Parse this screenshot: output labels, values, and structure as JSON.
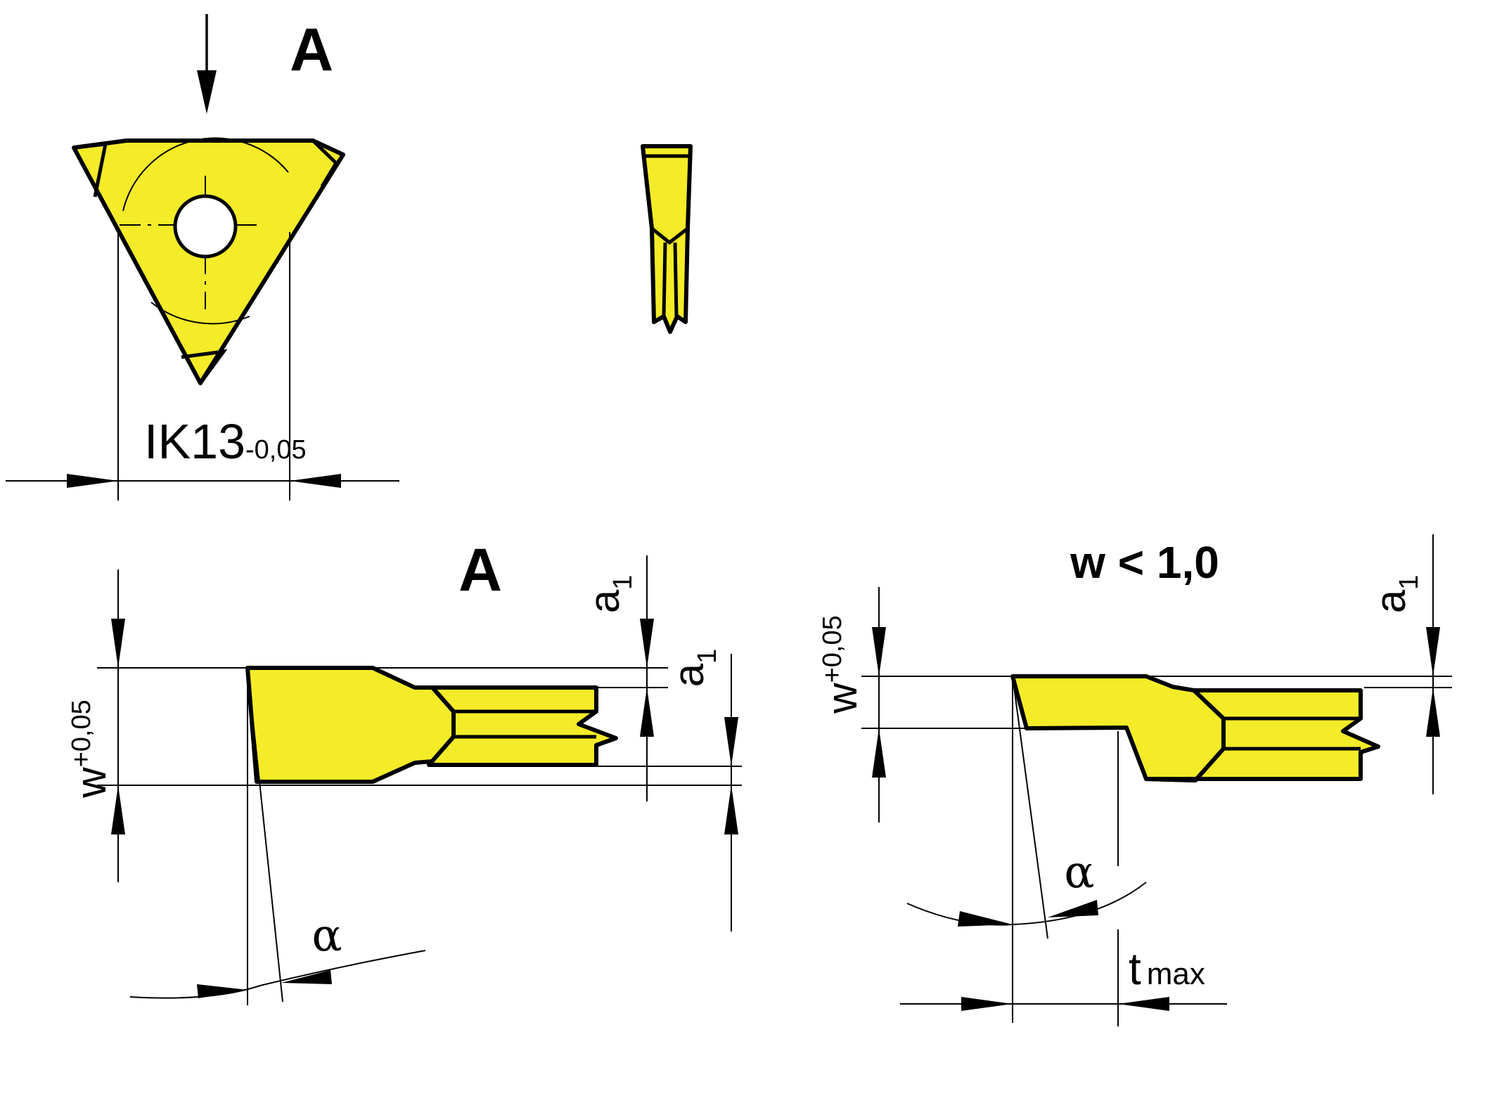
{
  "top_view": {
    "section_marker": "A",
    "dimension_main": "IK13",
    "dimension_tol": "-0,05"
  },
  "section_a": {
    "title": "A",
    "width_label": "w",
    "width_tol": "+0,05",
    "clearance_label": "a",
    "clearance_sub": "1",
    "angle_label": "α"
  },
  "section_small": {
    "title": "w < 1,0",
    "width_label": "w",
    "width_tol": "+0,05",
    "clearance_label": "a",
    "clearance_sub": "1",
    "angle_label": "α",
    "depth_label": "t",
    "depth_sub": "max"
  },
  "colors": {
    "insert": "#f4ec28",
    "line": "#000000"
  }
}
